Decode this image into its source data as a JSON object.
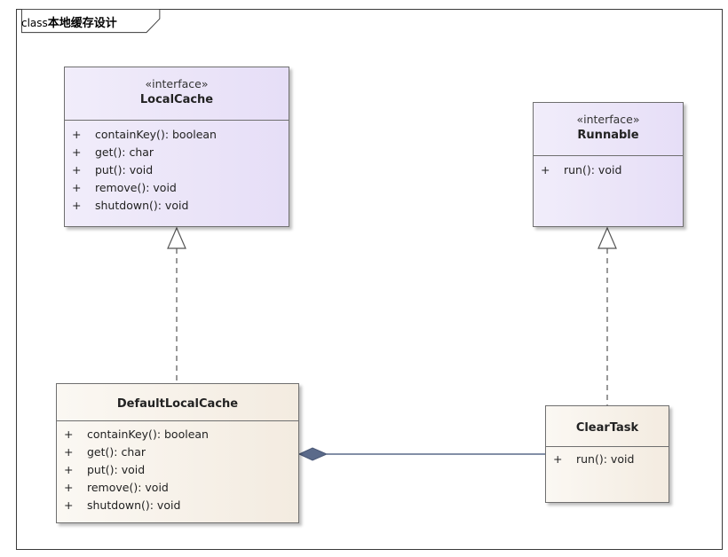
{
  "frame": {
    "keyword": "class",
    "title": "本地缓存设计"
  },
  "classes": {
    "local_cache": {
      "stereotype": "«interface»",
      "name": "LocalCache",
      "operations": [
        {
          "vis": "+",
          "sig": "containKey(): boolean"
        },
        {
          "vis": "+",
          "sig": "get(): char"
        },
        {
          "vis": "+",
          "sig": "put(): void"
        },
        {
          "vis": "+",
          "sig": "remove(): void"
        },
        {
          "vis": "+",
          "sig": "shutdown(): void"
        }
      ]
    },
    "runnable": {
      "stereotype": "«interface»",
      "name": "Runnable",
      "operations": [
        {
          "vis": "+",
          "sig": "run(): void"
        }
      ]
    },
    "default_local_cache": {
      "name": "DefaultLocalCache",
      "operations": [
        {
          "vis": "+",
          "sig": "containKey(): boolean"
        },
        {
          "vis": "+",
          "sig": "get(): char"
        },
        {
          "vis": "+",
          "sig": "put(): void"
        },
        {
          "vis": "+",
          "sig": "remove(): void"
        },
        {
          "vis": "+",
          "sig": "shutdown(): void"
        }
      ]
    },
    "clear_task": {
      "name": "ClearTask",
      "operations": [
        {
          "vis": "+",
          "sig": "run(): void"
        }
      ]
    }
  },
  "relations": {
    "realization_color": "#555555",
    "composition_color": "#5a6a8a",
    "interface_fill": "#e6def7",
    "class_fill": "#f3ebe0"
  }
}
